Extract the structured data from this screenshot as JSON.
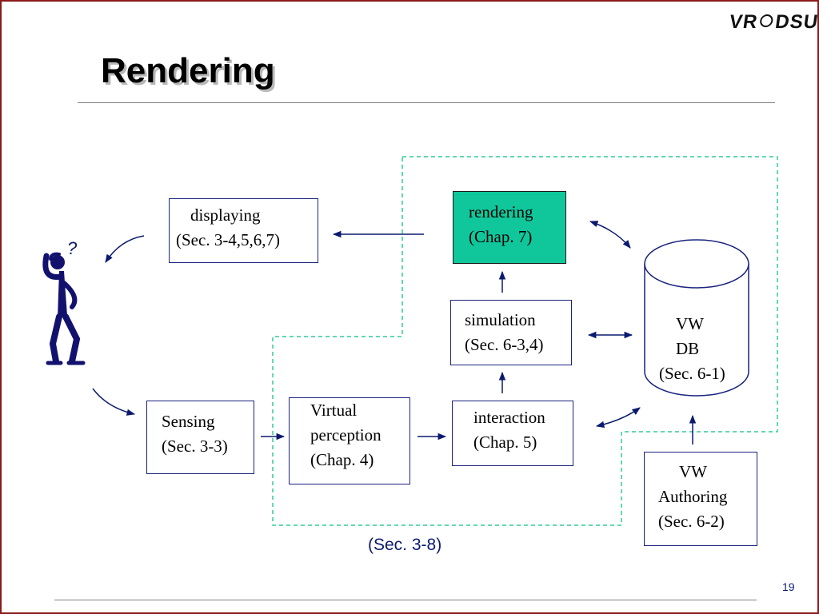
{
  "logo": {
    "left": "VR",
    "right": "DSU"
  },
  "title": "Rendering",
  "diagram": {
    "displaying": [
      "displaying",
      "(Sec. 3-4,5,6,7)"
    ],
    "rendering": [
      "rendering",
      "(Chap. 7)"
    ],
    "simulation": [
      "simulation",
      "(Sec. 6-3,4)"
    ],
    "vwdb": [
      "VW",
      "DB",
      "(Sec. 6-1)"
    ],
    "sensing": [
      "Sensing",
      "(Sec. 3-3)"
    ],
    "virtual_perception": [
      "Virtual",
      "perception",
      "(Chap. 4)"
    ],
    "interaction": [
      "interaction",
      "(Chap. 5)"
    ],
    "vw_authoring": [
      "VW",
      "Authoring",
      "(Sec. 6-2)"
    ],
    "region_label": "(Sec. 3-8)",
    "question_mark": "?"
  },
  "page_number": "19",
  "colors": {
    "frame": "#8b1a1a",
    "highlight": "#10c79b",
    "arrow": "#0b1a6e",
    "dashed_region": "#2ecc9a"
  }
}
